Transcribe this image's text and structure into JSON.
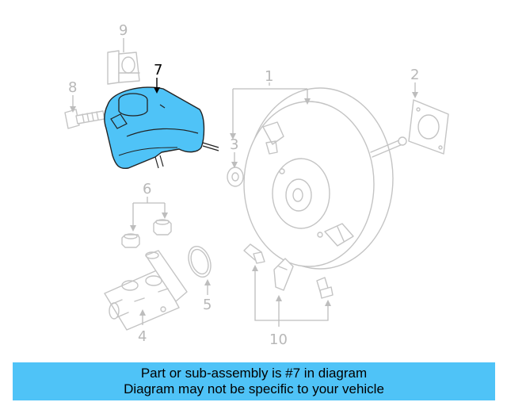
{
  "callouts": {
    "c1": "1",
    "c2": "2",
    "c3": "3",
    "c4": "4",
    "c5": "5",
    "c6": "6",
    "c7": "7",
    "c8": "8",
    "c9": "9",
    "c10": "10"
  },
  "highlighted_part": "7",
  "colors": {
    "highlight": "#4fc3f7",
    "line_art": "#c4c4c4",
    "banner_bg": "#4fc3f7"
  },
  "banner": {
    "line1": "Part or sub-assembly is #7 in diagram",
    "line2": "Diagram may not be specific to your vehicle"
  }
}
